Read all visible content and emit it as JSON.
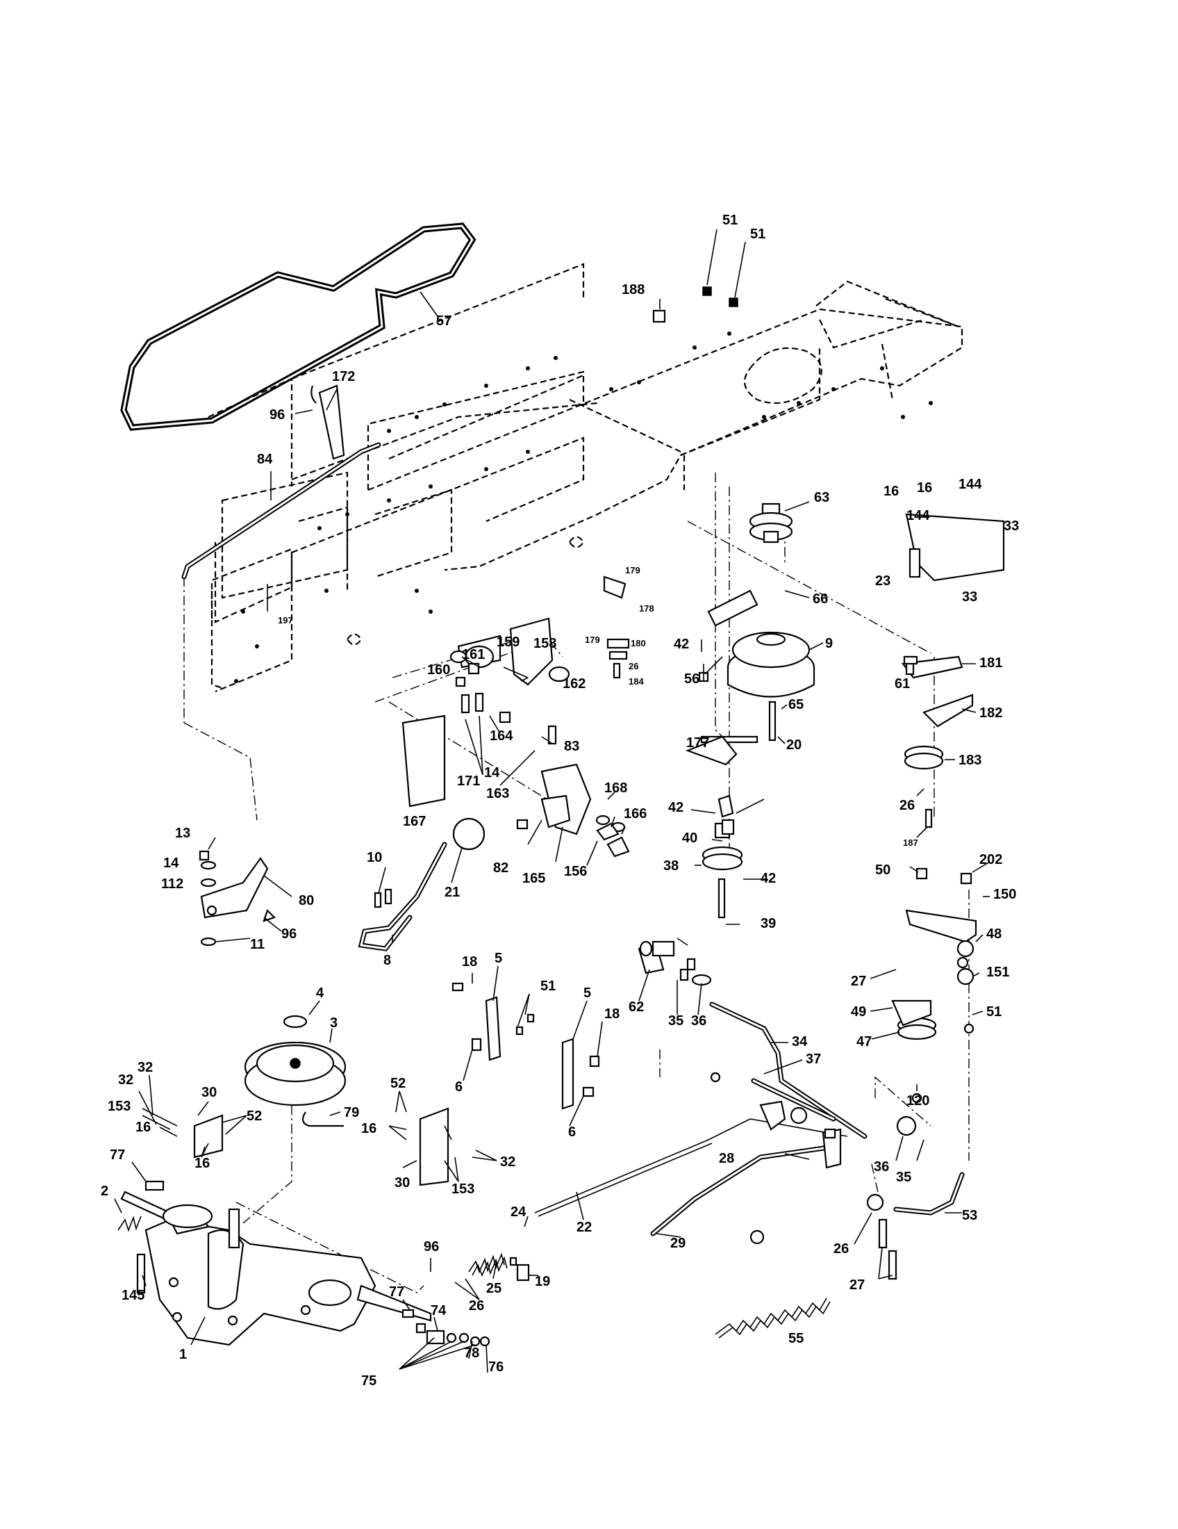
{
  "labels": {
    "p57": "57",
    "p51a": "51",
    "p51b": "51",
    "p188": "188",
    "p172": "172",
    "p96a": "96",
    "p84": "84",
    "p197": "197",
    "p63": "63",
    "p16a": "16",
    "p16b": "16",
    "p144a": "144",
    "p144b": "144",
    "p33a": "33",
    "p33b": "33",
    "p23": "23",
    "p179a": "179",
    "p178": "178",
    "p179b": "179",
    "p180": "180",
    "p26a": "26",
    "p184": "184",
    "p66": "66",
    "p42a": "42",
    "p56": "56",
    "p9": "9",
    "p65": "65",
    "p20": "20",
    "p161": "161",
    "p159": "159",
    "p158": "158",
    "p160": "160",
    "p162": "162",
    "p164": "164",
    "p14a": "14",
    "p83": "83",
    "p171": "171",
    "p163": "163",
    "p167": "167",
    "p177": "177",
    "p42b": "42",
    "p40": "40",
    "p38": "38",
    "p42c": "42",
    "p39": "39",
    "p61": "61",
    "p181": "181",
    "p182": "182",
    "p183": "183",
    "p26b": "26",
    "p187": "187",
    "p168": "168",
    "p166": "166",
    "p82": "82",
    "p165": "165",
    "p156": "156",
    "p13": "13",
    "p14b": "14",
    "p112": "112",
    "p80": "80",
    "p96b": "96",
    "p11": "11",
    "p10": "10",
    "p21": "21",
    "p8": "8",
    "p50": "50",
    "p202": "202",
    "p150": "150",
    "p48": "48",
    "p27a": "27",
    "p151": "151",
    "p49": "49",
    "p51c": "51",
    "p47": "47",
    "p120": "120",
    "p18a": "18",
    "p5a": "5",
    "p51d": "51",
    "p5b": "5",
    "p18b": "18",
    "p6a": "6",
    "p6b": "6",
    "p62": "62",
    "p35a": "35",
    "p36a": "36",
    "p34": "34",
    "p37": "37",
    "p4": "4",
    "p3": "3",
    "p79": "79",
    "p32a": "32",
    "p32b": "32",
    "p30a": "30",
    "p153a": "153",
    "p16c": "16",
    "p52a": "52",
    "p16d": "16",
    "p77a": "77",
    "p2": "2",
    "p52b": "52",
    "p16e": "16",
    "p32c": "32",
    "p30b": "30",
    "p153b": "153",
    "p28": "28",
    "p36b": "36",
    "p35b": "35",
    "p24": "24",
    "p22": "22",
    "p29": "29",
    "p53": "53",
    "p26c": "26",
    "p27b": "27",
    "p96c": "96",
    "p25": "25",
    "p19": "19",
    "p26d": "26",
    "p77b": "77",
    "p145": "145",
    "p74": "74",
    "p78": "78",
    "p76": "76",
    "p75": "75",
    "p1": "1",
    "p55": "55"
  }
}
